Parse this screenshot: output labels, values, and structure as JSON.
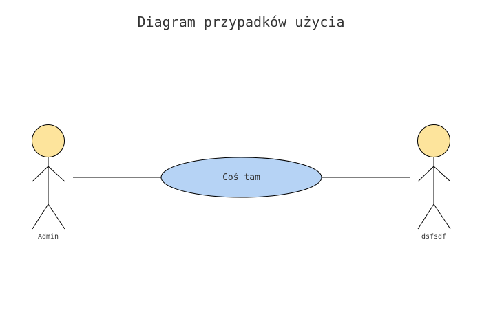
{
  "diagram": {
    "title": "Diagram przypadków użycia",
    "actors": [
      {
        "id": "admin",
        "label": "Admin"
      },
      {
        "id": "dsfsdf",
        "label": "dsfsdf"
      }
    ],
    "use_cases": [
      {
        "id": "cos-tam",
        "label": "Coś tam"
      }
    ],
    "associations": [
      {
        "from": "admin",
        "to": "cos-tam"
      },
      {
        "from": "cos-tam",
        "to": "dsfsdf"
      }
    ],
    "colors": {
      "actor_head_fill": "#fde49c",
      "use_case_fill": "#b6d3f5",
      "stroke": "#000000",
      "text": "#333333"
    }
  }
}
